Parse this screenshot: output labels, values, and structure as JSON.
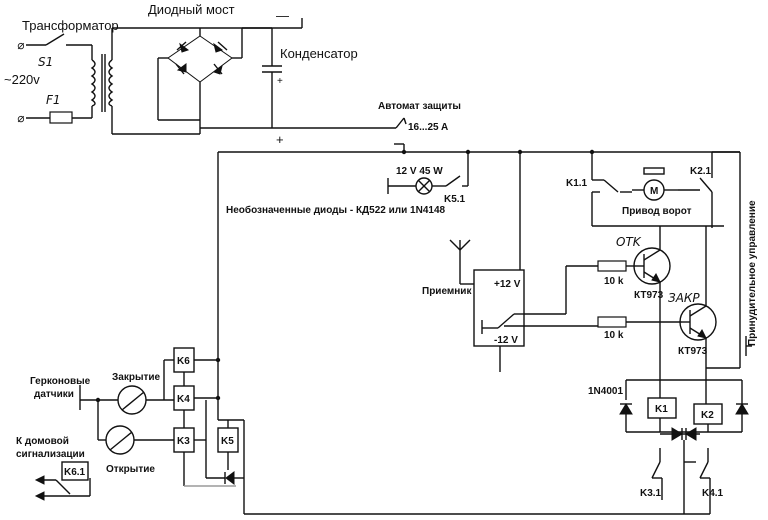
{
  "labels": {
    "transformer": "Трансформатор",
    "diode_bridge": "Диодный мост",
    "minus_sign": "—",
    "capacitor": "Конденсатор",
    "switch_s1": "S1",
    "mains": "~220v",
    "fuse_f1": "F1",
    "breaker": "Автомат защиты",
    "breaker_rating": "16...25 A",
    "plus_sign": "+",
    "lamp": "12 V 45 W",
    "k5_1": "K5.1",
    "k1_1": "K1.1",
    "k2_1": "K2.1",
    "motor_m": "M",
    "gate_drive": "Привод ворот",
    "diode_note": "Необозначенные диоды - КД522 или 1N4148",
    "forced_control": "Принудительное управление",
    "receiver": "Приемник",
    "plus_12v": "+12 V",
    "minus_12v": "-12 V",
    "r_open": "10 k",
    "r_close": "10 k",
    "open_hand": "OTK",
    "close_hand": "ЗАКР",
    "transistor_1": "КТ973",
    "transistor_2": "КТ973",
    "reed_sensors": "Герконовые\nдатчики",
    "closing": "Закрытие",
    "opening": "Открытие",
    "k6": "K6",
    "k4": "K4",
    "k3": "K3",
    "k5": "K5",
    "home_alarm": "К домовой\nсигнализации",
    "k6_1": "K6.1",
    "diode_1n4001": "1N4001",
    "relay_k1": "K1",
    "relay_k2": "K2",
    "k3_1": "K3.1",
    "k4_1": "K4.1"
  }
}
